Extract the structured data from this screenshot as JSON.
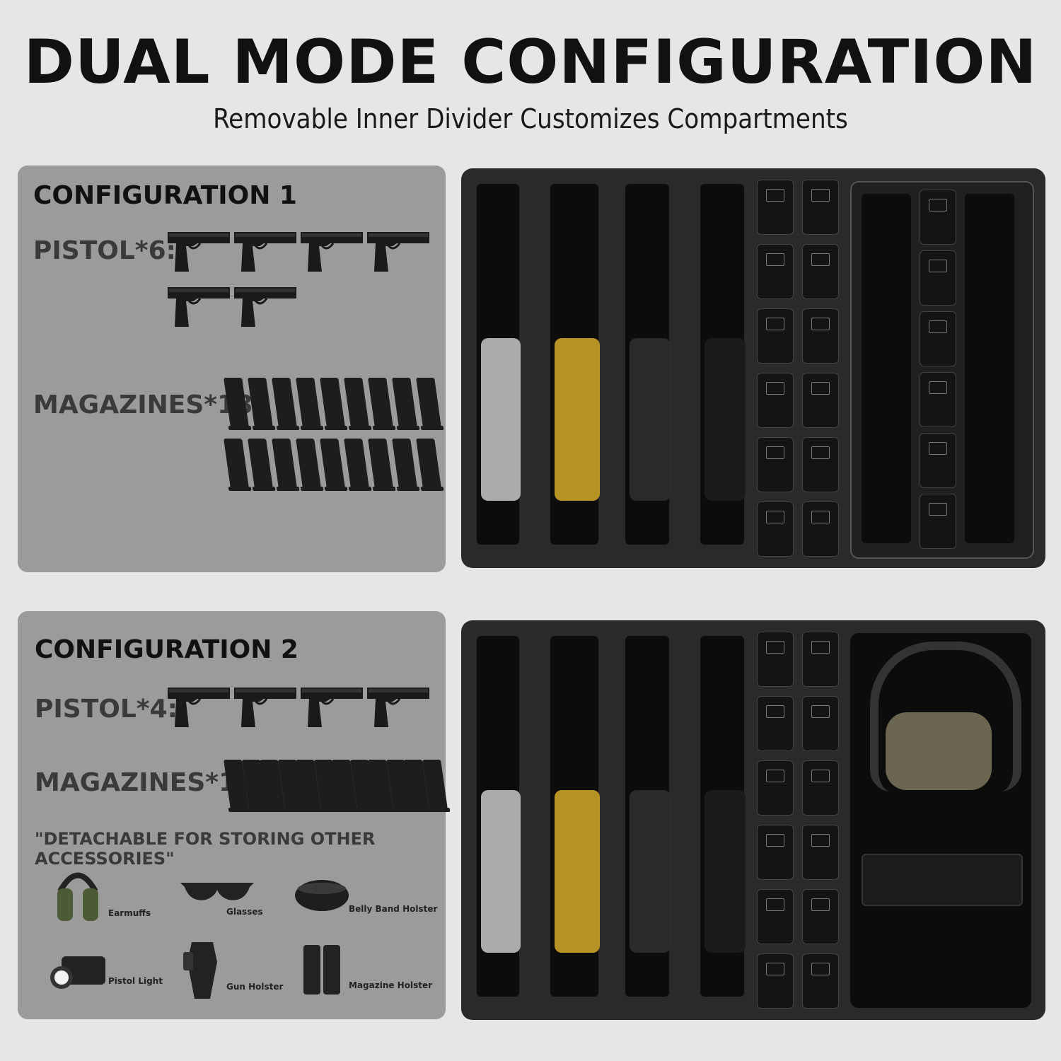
{
  "title": "DUAL MODE CONFIGURATION",
  "subtitle": "Removable Inner Divider Customizes Compartments",
  "config1": {
    "heading": "CONFIGURATION 1",
    "pistol_label": "PISTOL*6:",
    "magazine_label": "MAGAZINES*18",
    "pistols": 6,
    "magazines": 18
  },
  "config2": {
    "heading": "CONFIGURATION 2",
    "pistol_label": "PISTOL*4:",
    "magazine_label": "MAGAZINES*12",
    "pistols": 4,
    "magazines": 12,
    "note": "\"DETACHABLE FOR STORING OTHER ACCESSORIES\"",
    "accessories": [
      {
        "label": "Earmuffs",
        "icon": "earmuffs-icon"
      },
      {
        "label": "Glasses",
        "icon": "glasses-icon"
      },
      {
        "label": "Belly Band Holster",
        "icon": "belly-band-icon"
      },
      {
        "label": "Pistol Light",
        "icon": "pistol-light-icon"
      },
      {
        "label": "Gun Holster",
        "icon": "gun-holster-icon"
      },
      {
        "label": "Magazine Holster",
        "icon": "magazine-holster-icon"
      }
    ]
  },
  "colors": {
    "background": "#e6e6e6",
    "panel": "#9b9b9b",
    "tray": "#2a2a2a",
    "gold_pistol": "#c9a227"
  }
}
